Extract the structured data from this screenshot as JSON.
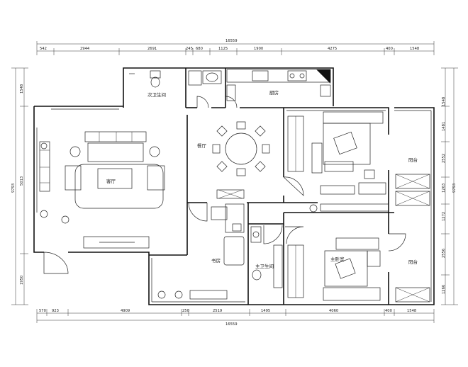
{
  "dims": {
    "top_total": "16559",
    "top": [
      "542",
      "2944",
      "2691",
      "245",
      "680",
      "1125",
      "1900",
      "4275",
      "400",
      "1548"
    ],
    "bottom_total": "16559",
    "bottom": [
      "570",
      "923",
      "4909",
      "250",
      "2519",
      "1495",
      "4060",
      "400",
      "1548"
    ],
    "left": [
      "1548",
      "5013",
      "1950"
    ],
    "left_total": "9793",
    "right_total": "9793",
    "right": [
      "1548",
      "1481",
      "2552",
      "1263",
      "1272",
      "2556",
      "1266"
    ]
  },
  "rooms": {
    "guest_bath": "次卫生间",
    "kitchen": "厨房",
    "dining": "餐厅",
    "living": "客厅",
    "balcony_top": "阳台",
    "study": "书房",
    "master_bath": "主卫生间",
    "master_bed": "主卧室",
    "balcony_bottom": "阳台"
  }
}
